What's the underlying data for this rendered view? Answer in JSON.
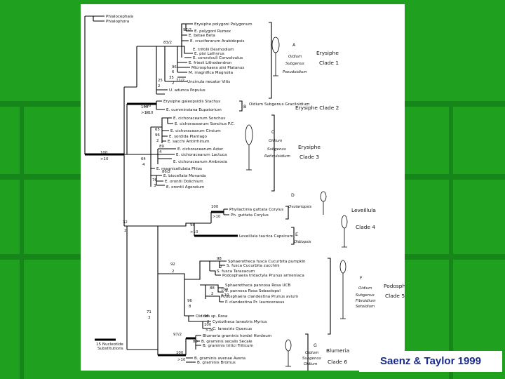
{
  "credit": "Saenz & Taylor 1999",
  "outgroups": [
    "Phialocephala",
    "Phialophora"
  ],
  "taxa": [
    "Erysiphe polygoni Polygonum",
    "E. polygoni Rumex",
    "E. betae Beta",
    "E. cruciferarum Arabidopsis",
    "E. trifolii Desmodium",
    "E. pisi Lathyrus",
    "E. convolvuli Convolvulus",
    "E. friesii Lithodendron",
    "Microsphaera alni Platanus",
    "M. magnifica Magnolia",
    "Uncinula necator Vitis",
    "U. adunca Populus",
    "Erysiphe galeopsidis Stachys",
    "E. cumminsiana Eupatorium",
    "E. cichoracearum Sonchus",
    "E. cichoracearum Sonchus P.C.",
    "E. cichoracearum Cirsium",
    "E. sordida Plantago",
    "E. sacchi Antirrhinum",
    "E. cichoracearum Aster",
    "E. cichoracearum Lactuca",
    "E. cichoracearum Ambrosia",
    "E. magnicellulata Phlox",
    "E. biocellata Monarda",
    "E. orontii Dolichium",
    "E. orontii Ageratum",
    "Phyllactinia guttata Corylus",
    "Ph. guttata Corylus",
    "Leveillula taurica Capsicum",
    "Sphaerotheca fusca Cucurbita pumpkin",
    "S. fusca Cucurbita zucchini",
    "S. fusca Taraxacum",
    "Podosphaera tridactyla Prunus armeniaca",
    "Sphaerotheca pannosa Rosa UCB",
    "S. pannosa Rosa Sebastopol",
    "Podosphaera clandestina Prunus avium",
    "P. clandestina Pr. laurocerasus",
    "Oidium sp. Rosa",
    "Cystotheca lanestris Myrica",
    "C. lanestris Quercus",
    "Blumeria graminis hordei Hordeum",
    "B. graminis secalis Secale",
    "B. graminis tritici Triticum",
    "B. graminis avenae Avena",
    "B. graminis Bromus"
  ],
  "support": [
    "97/2",
    "83/2",
    "96",
    "6",
    "71/2",
    "35",
    "2",
    "25",
    "2",
    "100",
    ">10",
    "65",
    "96",
    "2",
    "64",
    "4",
    "89",
    "4",
    "86/2",
    "76",
    "3",
    "100",
    ">10",
    "100",
    ">10",
    "32",
    "2",
    "98",
    "2",
    "98",
    ">10",
    "92",
    "2",
    "88",
    "2",
    "96",
    "8",
    "71",
    "3",
    "97/2",
    "100",
    ">10",
    "88",
    "96",
    "2",
    "100",
    ">10",
    "100",
    ">10",
    "100",
    ">10"
  ],
  "clades": {
    "A": {
      "letter": "A",
      "anamorph": "Oidium",
      "subgenus": "Subgenus",
      "name": "Pseudoidium",
      "clade": "Erysiphe",
      "number": "Clade 1"
    },
    "B": {
      "letter": "B",
      "label": "Oidium Subgenus Graciloidium",
      "clade": "Erysiphe Clade 2"
    },
    "C": {
      "letter": "C",
      "anamorph": "Oidium",
      "subgenus": "Subgenus",
      "name": "Reticuloidium",
      "clade": "Erysiphe",
      "number": "Clade 3"
    },
    "D": {
      "letter": "D",
      "name": "Ovulariopsis"
    },
    "E": {
      "letter": "E",
      "name": "Oidiopsis",
      "clade": "Leveillula",
      "number": "Clade 4"
    },
    "F": {
      "letter": "F",
      "anamorph": "Oidium",
      "subgenus": "Subgenus",
      "name1": "Fibroidium",
      "name2": "Setoidium",
      "clade": "Podosphaera",
      "number": "Clade 5"
    },
    "G": {
      "letter": "G",
      "anamorph": "Oidium",
      "subgenus": "Subgenus",
      "name": "Oidium",
      "clade": "Blumeria",
      "number": "Clade 6"
    }
  },
  "scale_label": [
    "15 Nucleotide",
    "Substitutions"
  ]
}
